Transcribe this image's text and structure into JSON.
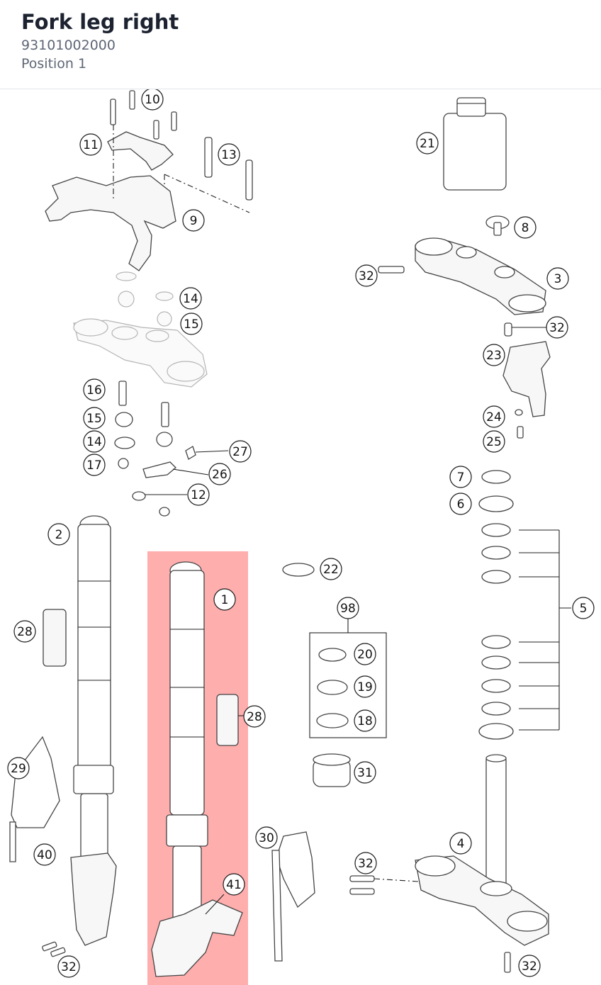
{
  "header": {
    "title": "Fork leg right",
    "part_number": "93101002000",
    "position": "Position 1"
  },
  "highlight": {
    "color": "#ff8c8c",
    "item": "1"
  },
  "callouts": [
    "10",
    "11",
    "13",
    "9",
    "21",
    "8",
    "32",
    "3",
    "32",
    "14",
    "15",
    "23",
    "16",
    "15",
    "24",
    "25",
    "14",
    "27",
    "17",
    "26",
    "7",
    "12",
    "6",
    "2",
    "22",
    "1",
    "98",
    "5",
    "28",
    "20",
    "19",
    "28",
    "18",
    "29",
    "31",
    "30",
    "4",
    "40",
    "32",
    "41",
    "32",
    "32"
  ]
}
